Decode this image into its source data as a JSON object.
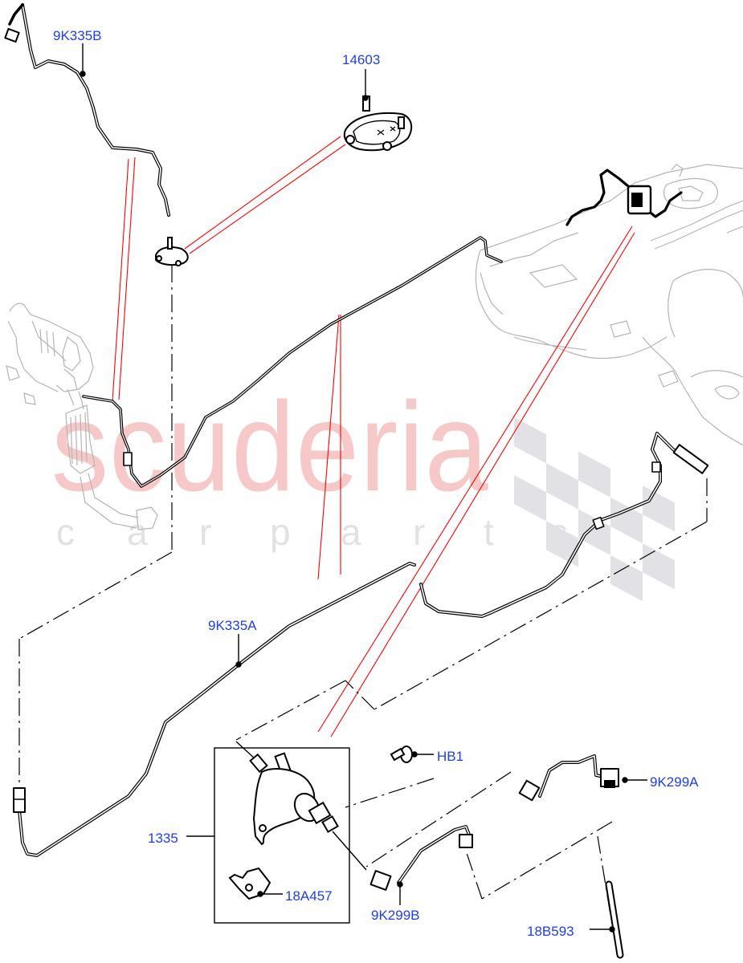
{
  "diagram": {
    "type": "exploded parts diagram",
    "subject": "fuel / vapour line routing with pump and tank",
    "colors": {
      "callout_text": "#1f3ee6",
      "leader_line": "#000000",
      "reference_line": "#ff0000",
      "ghost_component": "#b4b4b4",
      "watermark_text": "#f7c8c8",
      "watermark_checker": "#e2e2e6"
    }
  },
  "watermark": {
    "brand": "scuderia",
    "sub_letters": [
      "c",
      "a",
      "r",
      "p",
      "a",
      "r",
      "t",
      "s"
    ]
  },
  "callouts": [
    {
      "id": "9K335B",
      "label": "9K335B"
    },
    {
      "id": "14603",
      "label": "14603"
    },
    {
      "id": "9K335A",
      "label": "9K335A"
    },
    {
      "id": "HB1",
      "label": "HB1"
    },
    {
      "id": "9K299A",
      "label": "9K299A"
    },
    {
      "id": "1335",
      "label": "1335"
    },
    {
      "id": "18A457",
      "label": "18A457"
    },
    {
      "id": "9K299B",
      "label": "9K299B"
    },
    {
      "id": "18B593",
      "label": "18B593"
    }
  ]
}
